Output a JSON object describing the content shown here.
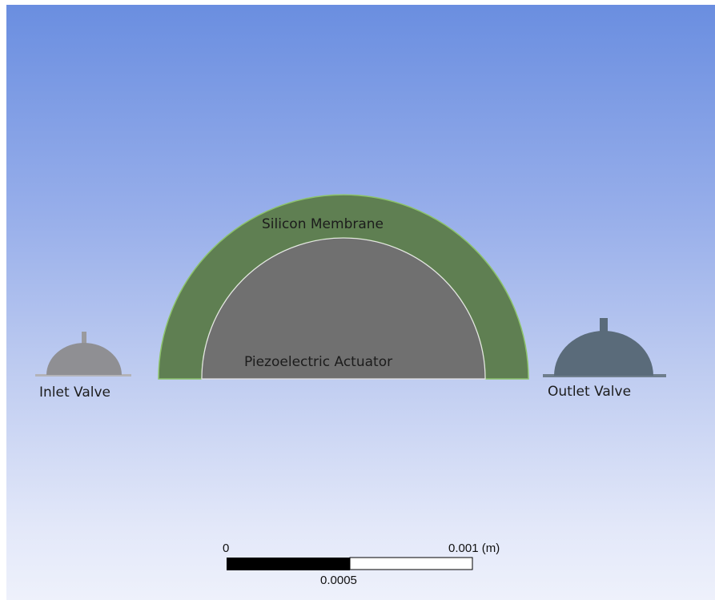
{
  "labels": {
    "inlet_valve": "Inlet Valve",
    "outlet_valve": "Outlet Valve",
    "membrane": "Silicon Membrane",
    "actuator": "Piezoelectric Actuator"
  },
  "scale_bar": {
    "start": "0",
    "mid": "0.0005",
    "end": "0.001 (m)"
  },
  "colors": {
    "membrane": "#5f7f52",
    "membrane_edge": "#8dc36c",
    "actuator": "#707070",
    "actuator_edge": "#e6e6e6",
    "inlet_valve": "#8f8f93",
    "outlet_valve": "#5a6b7a"
  }
}
